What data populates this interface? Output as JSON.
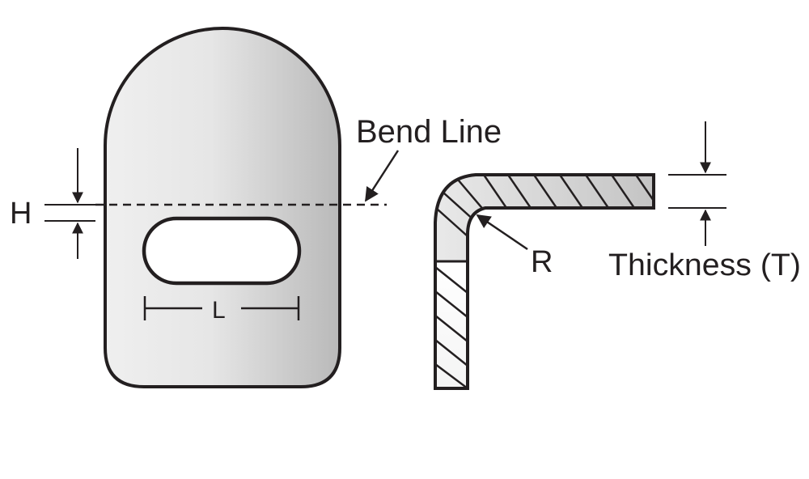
{
  "labels": {
    "bend_line": "Bend Line",
    "height": "H",
    "length": "L",
    "radius": "R",
    "thickness": "Thickness (T)"
  },
  "colors": {
    "stroke": "#231f20",
    "fill_light": "#f7f7f7",
    "fill_mid": "#d9d9d9",
    "fill_dark": "#bfbfbf",
    "hole_fill": "#ffffff"
  }
}
